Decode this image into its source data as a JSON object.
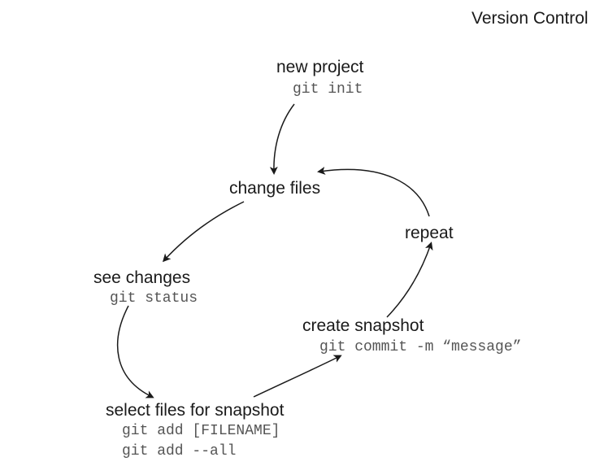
{
  "header": {
    "title": "Version Control"
  },
  "nodes": {
    "new_project": {
      "label": "new project",
      "command": "git init"
    },
    "change_files": {
      "label": "change files"
    },
    "repeat": {
      "label": "repeat"
    },
    "see_changes": {
      "label": "see changes",
      "command": "git status"
    },
    "create_snapshot": {
      "label": "create snapshot",
      "command": "git commit -m “message”"
    },
    "select_files": {
      "label": "select files for snapshot",
      "commands": [
        "git add [FILENAME]",
        "git add --all"
      ]
    }
  },
  "colors": {
    "text": "#1a1a1a",
    "command_text": "#555555",
    "arrow": "#1a1a1a"
  }
}
